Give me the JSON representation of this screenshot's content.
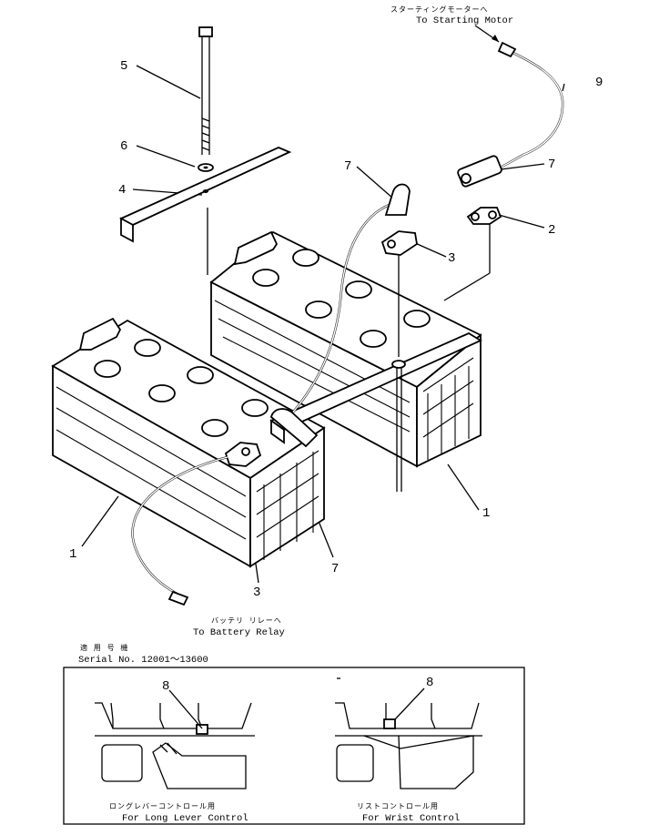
{
  "header_caption": {
    "jp": "スターティングモーターへ",
    "en": "To Starting Motor"
  },
  "footer_caption": {
    "jp": "バッテリ リレーへ",
    "en": "To Battery Relay"
  },
  "serial_block": {
    "jp": "適 用 号 機",
    "en": "Serial No. 12001～13600"
  },
  "callouts": {
    "c1a": "1",
    "c1b": "1",
    "c2": "2",
    "c3a": "3",
    "c3b": "3",
    "c4": "4",
    "c5": "5",
    "c6": "6",
    "c7a": "7",
    "c7b": "7",
    "c7c": "7",
    "c8a": "8",
    "c8b": "8",
    "c9": "9"
  },
  "detail_left": {
    "jp": "ロングレバーコントロール用",
    "en": "For Long Lever Control"
  },
  "detail_right": {
    "jp": "リストコントロール用",
    "en": "For Wrist Control"
  }
}
